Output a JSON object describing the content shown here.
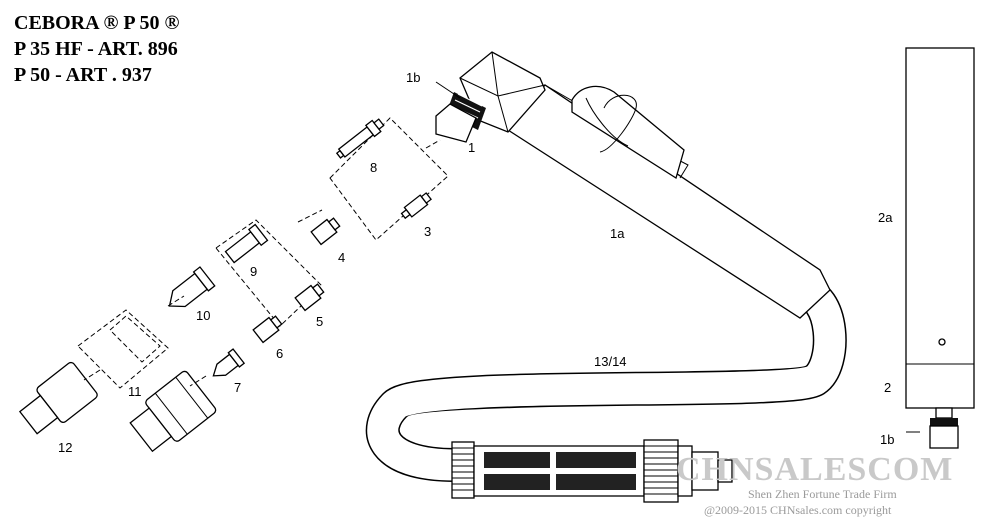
{
  "title_lines": [
    "CEBORA ® P 50 ®",
    "P 35 HF - ART. 896",
    "P 50 - ART . 937"
  ],
  "part_labels": {
    "p1b_top": "1b",
    "p1": "1",
    "p1a": "1a",
    "p2a": "2a",
    "p2": "2",
    "p1b_bottom": "1b",
    "p3": "3",
    "p4": "4",
    "p5": "5",
    "p6": "6",
    "p7": "7",
    "p8": "8",
    "p9": "9",
    "p10": "10",
    "p11": "11",
    "p12": "12",
    "p13_14": "13/14"
  },
  "watermark": {
    "brand": "CHNSALESCOM",
    "firm": "Shen Zhen Fortune Trade Firm",
    "copyright": "@2009-2015 CHNsales.com copyright"
  }
}
